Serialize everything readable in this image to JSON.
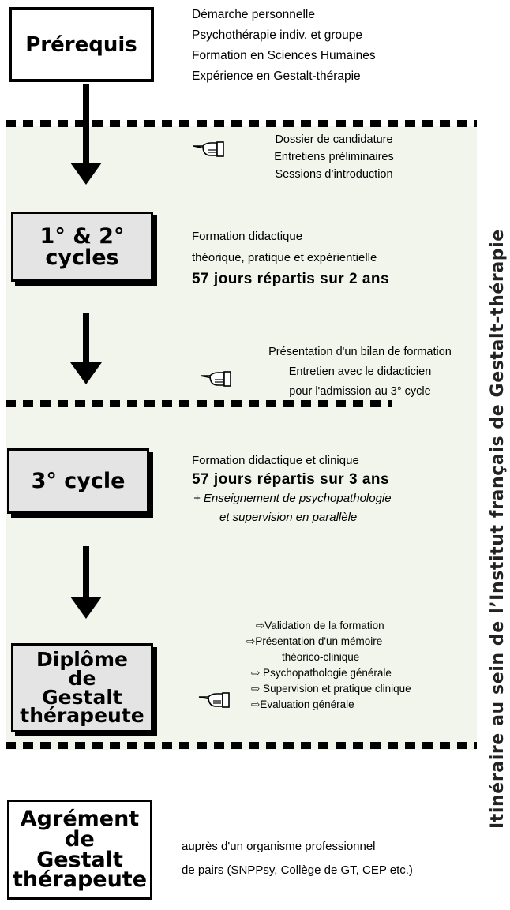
{
  "boxes": {
    "prerequis": "Prérequis",
    "cycles12_line1": "1° & 2°",
    "cycles12_line2": "cycles",
    "cycle3": "3° cycle",
    "diplome": [
      "Diplôme",
      "de",
      "Gestalt",
      "thérapeute"
    ],
    "agrement": [
      "Agrément",
      "de",
      "Gestalt",
      "thérapeute"
    ]
  },
  "prerequis_items": [
    "Démarche personnelle",
    "Psychothérapie indiv. et groupe",
    "Formation en Sciences Humaines",
    "Expérience en Gestalt-thérapie"
  ],
  "admission_items": [
    "Dossier de candidature",
    "Entretiens préliminaires",
    "Sessions d’introduction"
  ],
  "cycles12_text": {
    "line1": "Formation didactique",
    "line2": "théorique, pratique et expérientielle",
    "line3": "57 jours répartis sur 2 ans"
  },
  "bilan_items": [
    "Présentation d'un bilan de formation",
    "Entretien avec le didacticien",
    "pour l'admission au 3° cycle"
  ],
  "cycle3_text": {
    "line1": "Formation didactique et clinique",
    "line2": "57 jours répartis sur 3 ans",
    "line3": "+ Enseignement de psychopathologie",
    "line4": "et supervision en parallèle"
  },
  "diplome_items": [
    "⇨Validation de la formation",
    "⇨Présentation d'un mémoire",
    "théorico-clinique",
    "⇨ Psychopathologie générale",
    "⇨ Supervision et pratique clinique",
    "⇨Evaluation générale"
  ],
  "agrement_text": {
    "line1": "auprès d'un organisme professionnel",
    "line2": "de pairs (SNPPsy, Collège de GT, CEP etc.)"
  },
  "vertical_label": "Itinéraire au sein de l’Institut  français de Gestalt-thérapie",
  "colors": {
    "zone_background": "#f1f5ec",
    "box_grey": "#e4e4e4",
    "ink": "#000000"
  },
  "icons": {
    "pointing_hand": "pointing-hand-icon",
    "arrow": "down-arrow"
  }
}
